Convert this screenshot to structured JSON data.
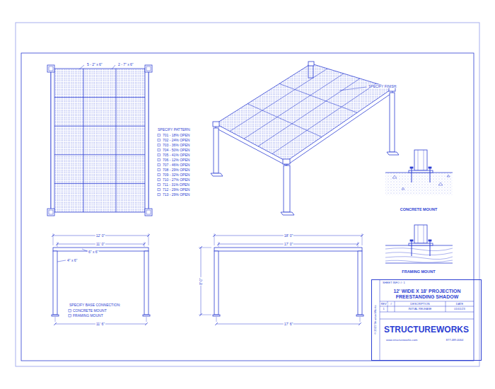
{
  "diagram": {
    "nodes": [
      {
        "text": [
          "12' WIDE X 18' PROJECTION FREESTANDING SHADOW"
        ]
      }
    ],
    "labels": [
      "5 - 2\" x 6\"",
      "2 - 7\" x 6\"",
      "SPECIFY PATTERN:",
      "701 - 18% OPEN",
      "702 - 24% OPEN",
      "703 - 36% OPEN",
      "704 - 50% OPEN",
      "705 - 41% OPEN",
      "706 - 12% OPEN",
      "707 - 46% OPEN",
      "708 - 29% OPEN",
      "709 - 32% OPEN",
      "710 - 27% OPEN",
      "711 - 31% OPEN",
      "712 - 29% OPEN",
      "713 - 29% OPEN",
      "SPECIFY FINISH:",
      "CONCRETE MOUNT",
      "FRAMING MOUNT",
      "12' 0\"",
      "11' 0\"",
      "6\" x 6\"",
      "4\" x 6\"",
      "SPECIFY BASE CONNECTION:",
      "CONCRETE MOUNT",
      "FRAMING MOUNT",
      "11' 6\"",
      "18' 0\"",
      "17' 0\"",
      "8' 0\"",
      "17' 6\"",
      "SHEET INFO #: 1",
      "REV",
      "#",
      "DESCRIPTION",
      "DATE",
      "1",
      "INITIAL RELEASE",
      "01/01/23",
      "STRUCTUREWORKS",
      "www.structureworks.com",
      "877.489.4064",
      "© 2023 StructureWorks"
    ]
  }
}
